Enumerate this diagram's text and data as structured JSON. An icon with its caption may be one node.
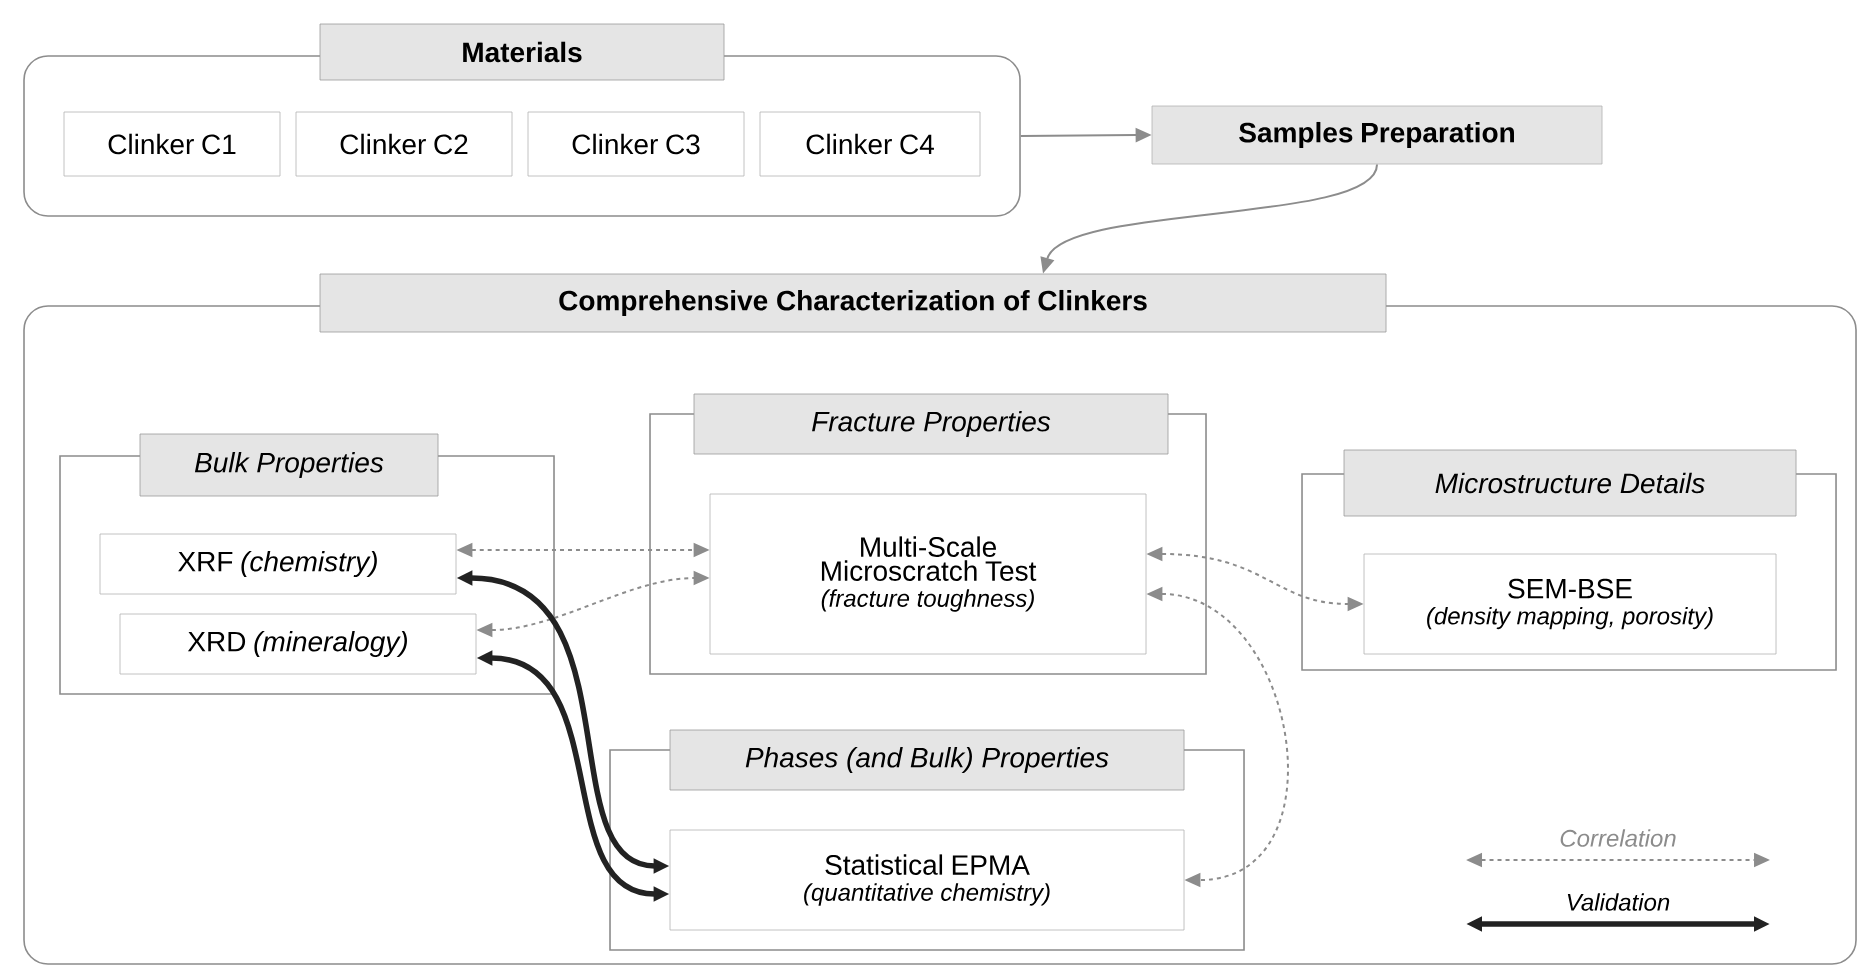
{
  "diagram": {
    "nodes": [
      {
        "text": [
          "Materials"
        ]
      },
      {
        "text": [
          "Clinker C1"
        ],
        "in": 0
      },
      {
        "text": [
          "Clinker C2"
        ],
        "in": 0
      },
      {
        "text": [
          "Clinker C3"
        ],
        "in": 0
      },
      {
        "text": [
          "Clinker C4"
        ],
        "in": 0
      },
      {
        "text": [
          "Samples Preparation"
        ]
      },
      {
        "text": [
          "Comprehensive Characterization of Clinkers"
        ]
      },
      {
        "text": [
          "Bulk Properties"
        ],
        "in": 6
      },
      {
        "text": [
          "XRF *(chemistry)*"
        ],
        "in": 7
      },
      {
        "text": [
          "XRD *(mineralogy)*"
        ],
        "in": 7
      },
      {
        "text": [
          "Fracture Properties"
        ],
        "in": 6
      },
      {
        "text": [
          "Multi-Scale Microscratch Test",
          "(fracture toughness)"
        ],
        "in": 10
      },
      {
        "text": [
          "Microstructure Details"
        ],
        "in": 6
      },
      {
        "text": [
          "SEM-BSE",
          "(density mapping, porosity)"
        ],
        "in": 12
      },
      {
        "text": [
          "Phases (and Bulk) Properties"
        ],
        "in": 6
      },
      {
        "text": [
          "Statistical EPMA",
          "(quantitative chemistry)"
        ],
        "in": 14
      }
    ],
    "edges": [
      {
        "from": 0,
        "to": 5,
        "arrow": "to"
      },
      {
        "from": 5,
        "to": 6,
        "arrow": "to"
      },
      {
        "from": 8,
        "to": 11,
        "arrow": "both",
        "style": "dashed"
      },
      {
        "from": 9,
        "to": 11,
        "arrow": "both",
        "style": "dashed"
      },
      {
        "from": 11,
        "to": 13,
        "arrow": "both",
        "style": "dashed"
      },
      {
        "from": 11,
        "to": 15,
        "arrow": "both",
        "style": "dashed"
      },
      {
        "from": 8,
        "to": 15,
        "arrow": "both",
        "style": "thick",
        "color": "#222222"
      },
      {
        "from": 9,
        "to": 15,
        "arrow": "both",
        "style": "thick",
        "color": "#222222"
      }
    ],
    "legend": [
      {
        "text": "Correlation"
      },
      {
        "text": "Validation"
      }
    ]
  }
}
